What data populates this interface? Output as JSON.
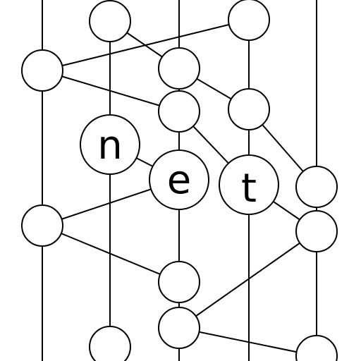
{
  "diagram": {
    "node_labels": {
      "n": "n",
      "e": "e",
      "t": "t"
    },
    "background_color": "#ffffff",
    "stroke_color": "#000000"
  }
}
